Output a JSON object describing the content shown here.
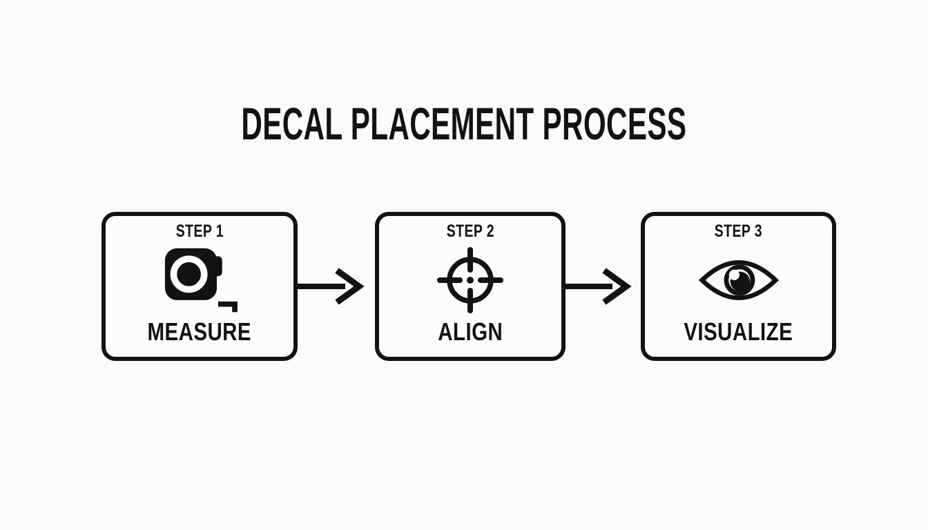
{
  "title": "DECAL PLACEMENT PROCESS",
  "colors": {
    "ink": "#121212",
    "background": "#fbfbf9"
  },
  "steps": [
    {
      "step_label": "STEP 1",
      "name": "MEASURE",
      "icon": "tape-measure-icon"
    },
    {
      "step_label": "STEP 2",
      "name": "ALIGN",
      "icon": "crosshair-icon"
    },
    {
      "step_label": "STEP 3",
      "name": "VISUALIZE",
      "icon": "eye-icon"
    }
  ],
  "connectors": [
    {
      "icon": "arrow-right-icon",
      "from": "MEASURE",
      "to": "ALIGN"
    },
    {
      "icon": "arrow-right-icon",
      "from": "ALIGN",
      "to": "VISUALIZE"
    }
  ]
}
